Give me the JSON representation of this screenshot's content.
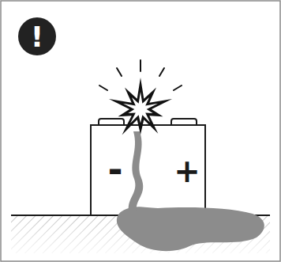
{
  "diagram": {
    "labels": [
      "!",
      "-",
      "+"
    ]
  }
}
